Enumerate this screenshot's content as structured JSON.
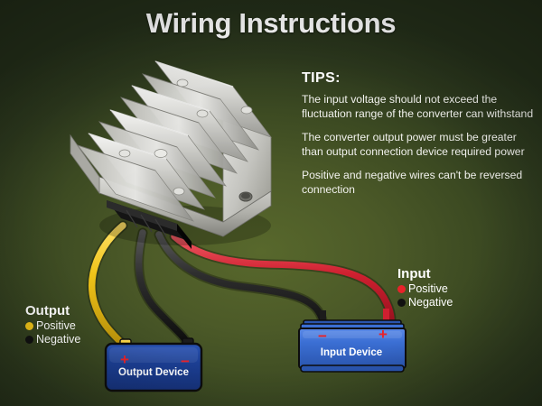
{
  "page": {
    "title": "Wiring Instructions",
    "background_dark": "#232e19",
    "background_light": "#58682c"
  },
  "tips": {
    "heading": "TIPS:",
    "items": [
      "The input voltage should not exceed the fluctuation range of the converter can withstand",
      "The converter output power must be greater than output connection device required power",
      "Positive and negative wires can't be reversed connection"
    ]
  },
  "legends": {
    "output": {
      "title": "Output",
      "rows": [
        {
          "label": "Positive",
          "color": "#f0c419"
        },
        {
          "label": "Negative",
          "color": "#111111"
        }
      ]
    },
    "input": {
      "title": "Input",
      "rows": [
        {
          "label": "Positive",
          "color": "#e8232a"
        },
        {
          "label": "Negative",
          "color": "#111111"
        }
      ]
    }
  },
  "devices": {
    "output_device": {
      "label": "Output Device",
      "plus": "+",
      "minus": "−",
      "body_color": "#1c3f94"
    },
    "input_device": {
      "label": "Input Device",
      "plus": "+",
      "minus": "−",
      "body_color": "#3b6fd4"
    }
  },
  "converter": {
    "name": "dc-dc-converter",
    "body_color": "#c9c9c4",
    "connector_color": "#1a1a1a"
  },
  "wires": {
    "output_positive_color": "#f0c419",
    "output_negative_color": "#2b2b2b",
    "input_positive_color": "#cf2030",
    "input_negative_color": "#2b2b2b"
  }
}
